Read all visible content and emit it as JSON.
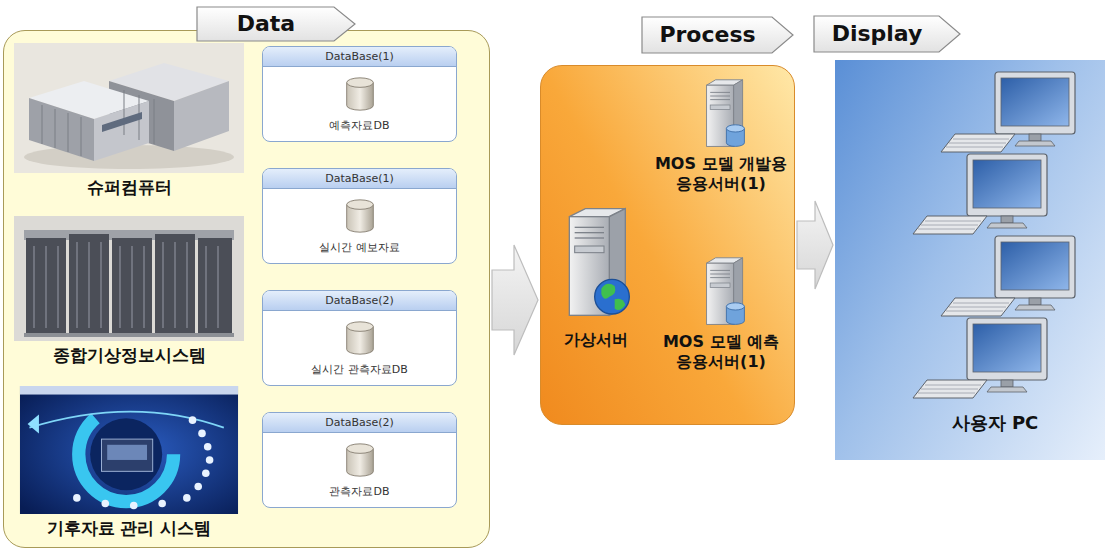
{
  "diagram": {
    "nodes": [
      {
        "text": [
          "Data"
        ]
      },
      {
        "text": [
          "슈퍼컴퓨터"
        ],
        "in": 0
      },
      {
        "text": [
          "종합기상정보시스템"
        ],
        "in": 0
      },
      {
        "text": [
          "기후자료 관리 시스템"
        ],
        "in": 0
      },
      {
        "text": [
          "DataBase(1)",
          "예측자료DB"
        ],
        "in": 0
      },
      {
        "text": [
          "DataBase(1)",
          "실시간 예보자료"
        ],
        "in": 0
      },
      {
        "text": [
          "DataBase(2)",
          "실시간 관측자료DB"
        ],
        "in": 0
      },
      {
        "text": [
          "DataBase(2)",
          "관측자료DB"
        ],
        "in": 0
      },
      {
        "text": [
          "Process"
        ]
      },
      {
        "text": [
          "가상서버"
        ],
        "in": 8
      },
      {
        "text": [
          "MOS 모델 개발용 응용서버(1)"
        ],
        "in": 8
      },
      {
        "text": [
          "MOS 모델 예측 응용서버(1)"
        ],
        "in": 8
      },
      {
        "text": [
          "Display"
        ]
      },
      {
        "text": [
          "사용자 PC"
        ],
        "in": 12
      }
    ],
    "edges": [
      {
        "from": 0,
        "to": 8,
        "arrow": "to"
      },
      {
        "from": 8,
        "to": 12,
        "arrow": "to"
      }
    ]
  }
}
